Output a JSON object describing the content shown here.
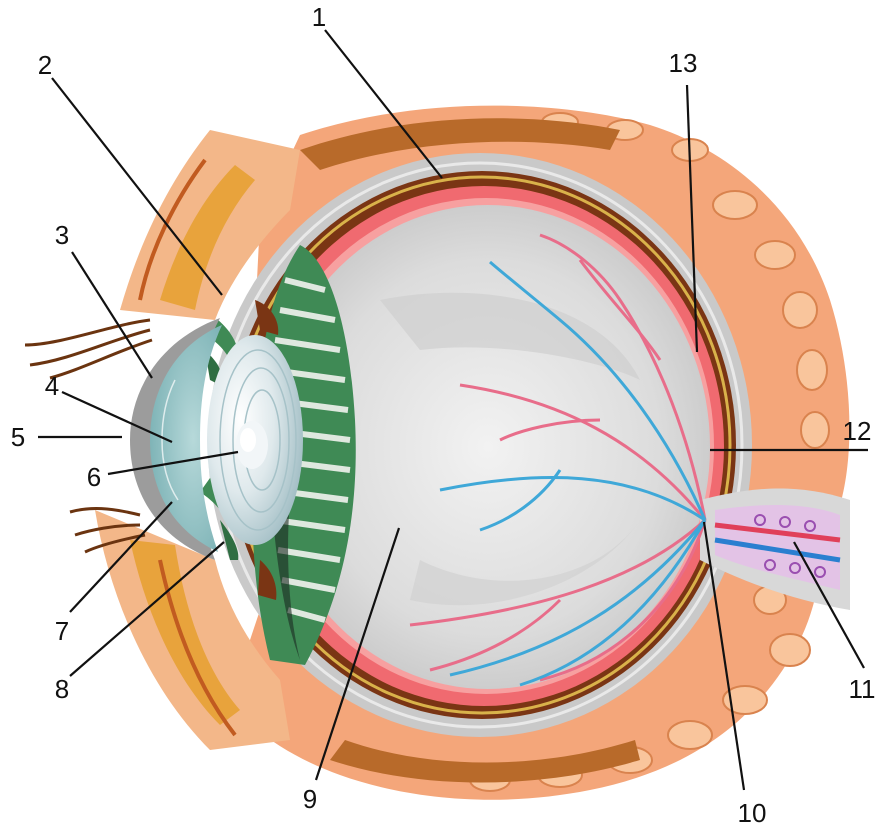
{
  "labels": {
    "l1": "1",
    "l2": "2",
    "l3": "3",
    "l4": "4",
    "l5": "5",
    "l6": "6",
    "l7": "7",
    "l8": "8",
    "l9": "9",
    "l10": "10",
    "l11": "11",
    "l12": "12",
    "l13": "13"
  },
  "colors": {
    "background": "#ffffff",
    "fat_tissue": "#f4a67a",
    "fat_cells": "#f9c59c",
    "muscle": "#b86a2a",
    "sclera": "#c9c9c9",
    "choroid": "#7a3514",
    "retina": "#f06a70",
    "vitreous": "#e7e7e7",
    "iris": "#3f8a55",
    "cornea": "#8fc0c2",
    "lens": "#cfe1e6",
    "artery": "#e86d8a",
    "vein": "#3fa8d8"
  }
}
